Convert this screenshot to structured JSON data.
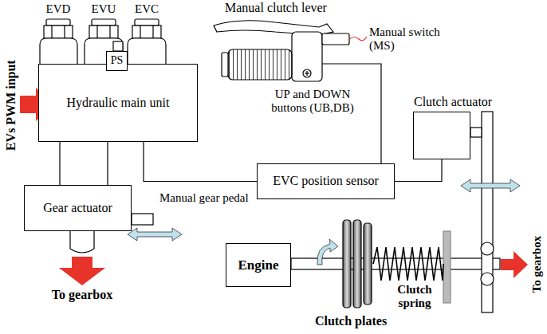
{
  "diagram": {
    "nodes": [
      {
        "text": [
          "Hydraulic main unit"
        ]
      },
      {
        "text": [
          "PS"
        ]
      },
      {
        "text": [
          "Gear actuator"
        ]
      },
      {
        "text": [
          "EVC position sensor"
        ]
      },
      {
        "text": [
          "Clutch actuator"
        ]
      },
      {
        "text": [
          "Engine"
        ]
      }
    ],
    "edges": [
      {
        "from": 0,
        "to": 2,
        "arrow": "none"
      },
      {
        "from": 0,
        "to": 3,
        "arrow": "none"
      },
      {
        "from": 3,
        "to": 4,
        "arrow": "none"
      }
    ],
    "labels": [
      "EVD",
      "EVU",
      "EVC",
      "Manual clutch lever",
      "Manual switch (MS)",
      "UP and DOWN buttons (UB,DB)",
      "EVs PWM input",
      "Manual gear pedal",
      "To gearbox",
      "Clutch spring",
      "To gearbox",
      "Clutch plates"
    ]
  }
}
